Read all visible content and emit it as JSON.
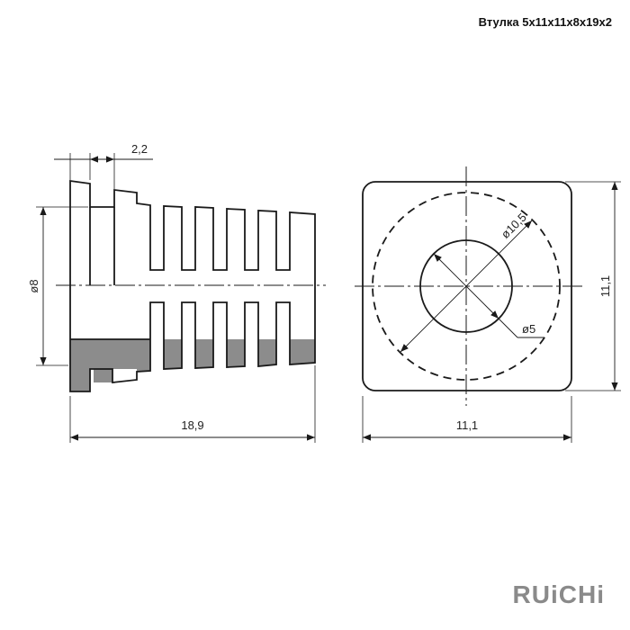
{
  "title": "Втулка 5x11x11x8x19x2",
  "dimensions": {
    "step_width": "2,2",
    "diameter_small": "ø8",
    "length": "18,9",
    "height": "11,1",
    "width": "11,1",
    "diameter_outer": "ø10,5",
    "diameter_inner": "ø5"
  },
  "logo": {
    "text": "RUiCHi",
    "color": "#8a8a8a"
  },
  "colors": {
    "line": "#1a1a1a",
    "section_fill": "#8c8c8c",
    "background": "#ffffff"
  }
}
